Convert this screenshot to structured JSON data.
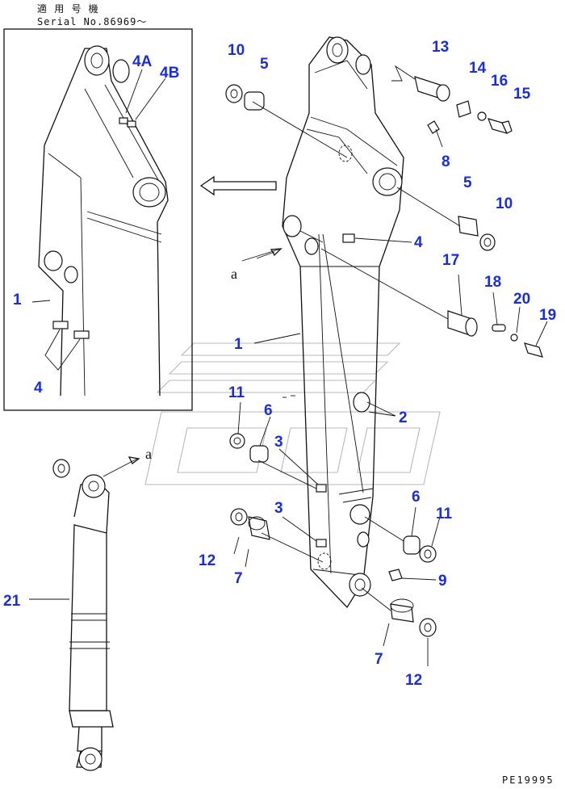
{
  "header": {
    "applicability": "適 用 号 機",
    "serial": "Serial No.86969～"
  },
  "footer": {
    "drawing_code": "PE19995"
  },
  "part_labels": [
    {
      "id": "1",
      "text": "1"
    },
    {
      "id": "1",
      "text": "1"
    },
    {
      "id": "2",
      "text": "2"
    },
    {
      "id": "3",
      "text": "3"
    },
    {
      "id": "3",
      "text": "3"
    },
    {
      "id": "4",
      "text": "4"
    },
    {
      "id": "4",
      "text": "4"
    },
    {
      "id": "4A",
      "text": "4A"
    },
    {
      "id": "4B",
      "text": "4B"
    },
    {
      "id": "5",
      "text": "5"
    },
    {
      "id": "5",
      "text": "5"
    },
    {
      "id": "6",
      "text": "6"
    },
    {
      "id": "6",
      "text": "6"
    },
    {
      "id": "7",
      "text": "7"
    },
    {
      "id": "7",
      "text": "7"
    },
    {
      "id": "8",
      "text": "8"
    },
    {
      "id": "9",
      "text": "9"
    },
    {
      "id": "10",
      "text": "10"
    },
    {
      "id": "10",
      "text": "10"
    },
    {
      "id": "11",
      "text": "11"
    },
    {
      "id": "11",
      "text": "11"
    },
    {
      "id": "12",
      "text": "12"
    },
    {
      "id": "12",
      "text": "12"
    },
    {
      "id": "13",
      "text": "13"
    },
    {
      "id": "14",
      "text": "14"
    },
    {
      "id": "15",
      "text": "15"
    },
    {
      "id": "16",
      "text": "16"
    },
    {
      "id": "17",
      "text": "17"
    },
    {
      "id": "18",
      "text": "18"
    },
    {
      "id": "19",
      "text": "19"
    },
    {
      "id": "20",
      "text": "20"
    },
    {
      "id": "21",
      "text": "21"
    }
  ],
  "view_markers": [
    {
      "text": "a"
    },
    {
      "text": "a"
    }
  ],
  "colors": {
    "label_blue": "#1a2ed8",
    "line_black": "#111111",
    "watermark_gray": "#b9b9b9"
  },
  "icons": {
    "view_arrow": "arrow-left-icon",
    "watermark": "komatsu-logo-watermark"
  }
}
